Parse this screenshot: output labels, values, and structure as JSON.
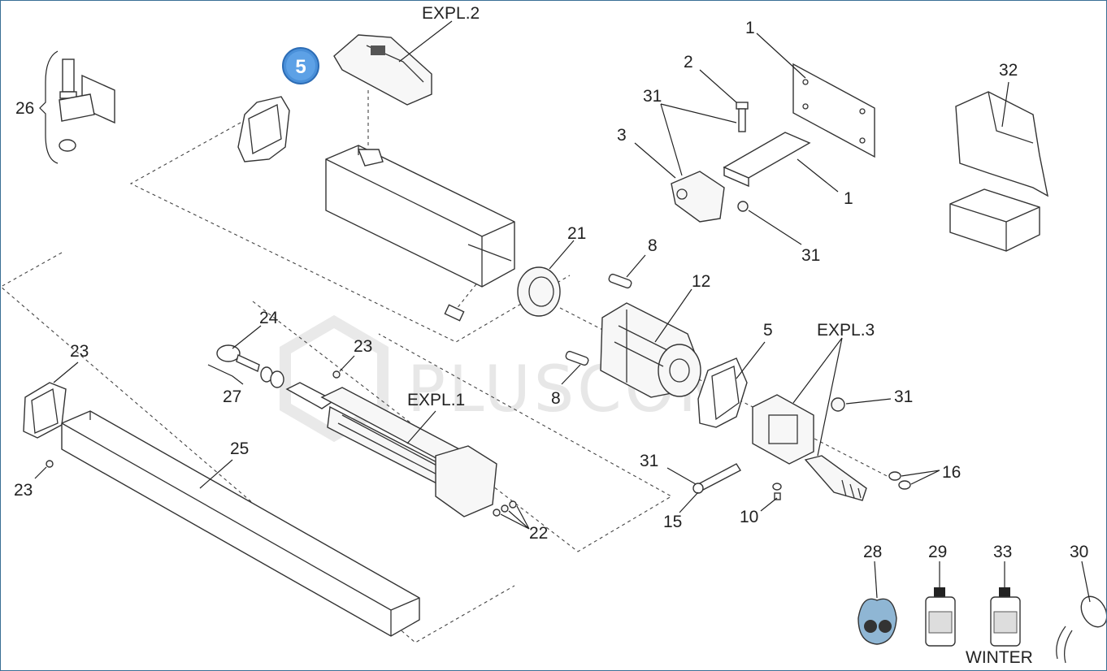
{
  "badge": {
    "number": "5",
    "color": "#4a90d9"
  },
  "watermark": "PLUSCOM",
  "labels": {
    "expl1": "EXPL.1",
    "expl2": "EXPL.2",
    "expl3": "EXPL.3",
    "winter": "WINTER",
    "n1a": "1",
    "n1b": "1",
    "n2": "2",
    "n3": "3",
    "n31a": "31",
    "n31b": "31",
    "n31c": "31",
    "n31d": "31",
    "n32": "32",
    "n26": "26",
    "n21": "21",
    "n8a": "8",
    "n8b": "8",
    "n12": "12",
    "n5": "5",
    "n24": "24",
    "n23a": "23",
    "n23b": "23",
    "n23c": "23",
    "n27": "27",
    "n25": "25",
    "n22": "22",
    "n15": "15",
    "n10": "10",
    "n16": "16",
    "n28": "28",
    "n29": "29",
    "n33": "33",
    "n30": "30"
  }
}
